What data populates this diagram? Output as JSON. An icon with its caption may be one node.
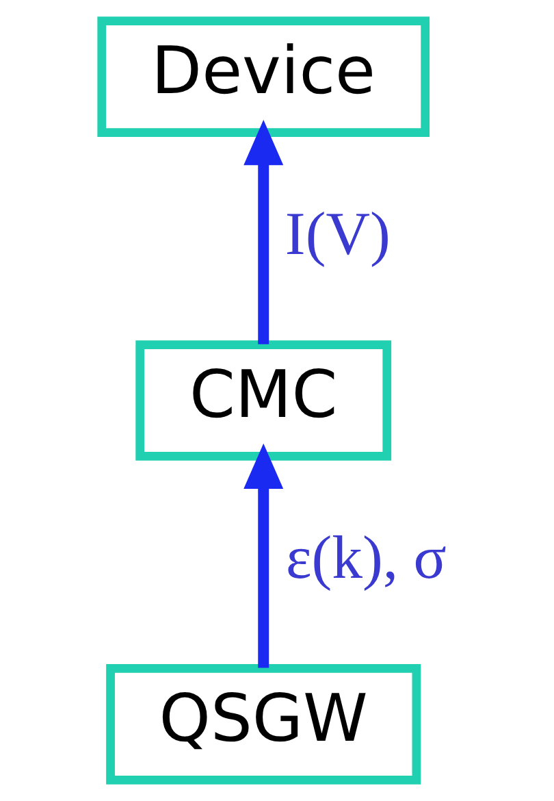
{
  "diagram": {
    "nodes": [
      {
        "text": [
          "Device"
        ]
      },
      {
        "text": [
          "CMC"
        ]
      },
      {
        "text": [
          "QSGW"
        ]
      }
    ],
    "edges": [
      {
        "from": 2,
        "to": 1,
        "arrow": "to",
        "label": "ε(k), σ"
      },
      {
        "from": 1,
        "to": 0,
        "arrow": "to",
        "label": "I(V)"
      }
    ]
  }
}
